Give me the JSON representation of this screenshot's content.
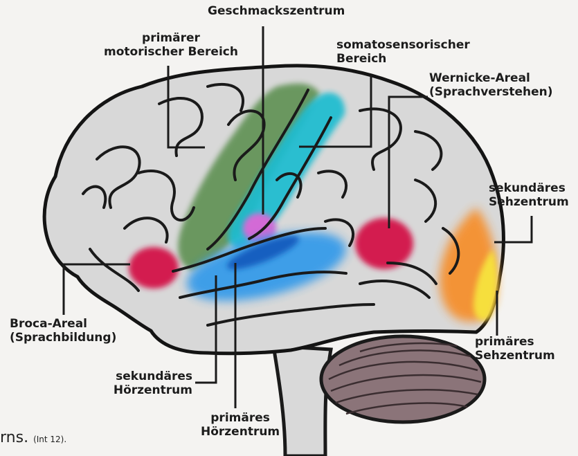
{
  "labels": {
    "geschmack": "Geschmackszentrum",
    "motor_1": "primärer",
    "motor_2": "motorischer Bereich",
    "somato_1": "somatosensorischer",
    "somato_2": "Bereich",
    "wernicke_1": "Wernicke-Areal",
    "wernicke_2": "(Sprachverstehen)",
    "sek_seh_1": "sekundäres",
    "sek_seh_2": "Sehzentrum",
    "broca_1": "Broca-Areal",
    "broca_2": "(Sprachbildung)",
    "prim_seh_1": "primäres",
    "prim_seh_2": "Sehzentrum",
    "sek_hoer_1": "sekundäres",
    "sek_hoer_2": "Hörzentrum",
    "prim_hoer_1": "primäres",
    "prim_hoer_2": "Hörzentrum"
  },
  "caption": {
    "text": "rns.",
    "source": "(Int 12)."
  },
  "colors": {
    "motor": "#5f9152",
    "somato": "#1dbcd0",
    "taste": "#d36ad6",
    "broca": "#d31a50",
    "wernicke": "#d31a50",
    "auditory_secondary": "#2f98ea",
    "auditory_primary": "#155fc0",
    "visual_secondary": "#f5902f",
    "visual_primary": "#f6df3d"
  }
}
